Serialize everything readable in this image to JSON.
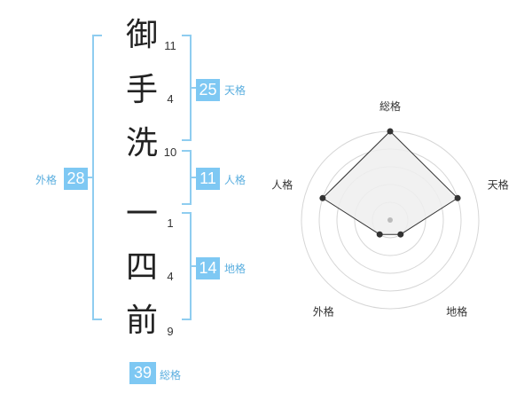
{
  "name": {
    "characters": [
      {
        "char": "御",
        "strokes": "11"
      },
      {
        "char": "手",
        "strokes": "4"
      },
      {
        "char": "洗",
        "strokes": "10"
      },
      {
        "char": "一",
        "strokes": "1"
      },
      {
        "char": "四",
        "strokes": "4"
      },
      {
        "char": "前",
        "strokes": "9"
      }
    ]
  },
  "fortune": {
    "tenkaku": {
      "value": "25",
      "label": "天格"
    },
    "jinkaku": {
      "value": "11",
      "label": "人格"
    },
    "chikaku": {
      "value": "14",
      "label": "地格"
    },
    "gaikaku": {
      "value": "28",
      "label": "外格"
    },
    "soukaku": {
      "value": "39",
      "label": "総格"
    }
  },
  "colors": {
    "accent": "#7ec8f3",
    "label_text": "#5aaedf",
    "bracket": "#8fcdf0",
    "radar_fill": "#eeeeee",
    "radar_line": "#333333",
    "ring": "#d6d6d6"
  },
  "chart_data": {
    "type": "radar",
    "axes": [
      "総格",
      "天格",
      "地格",
      "外格",
      "人格"
    ],
    "values": [
      5,
      4,
      1,
      1,
      4
    ],
    "max": 5,
    "grid": true
  }
}
